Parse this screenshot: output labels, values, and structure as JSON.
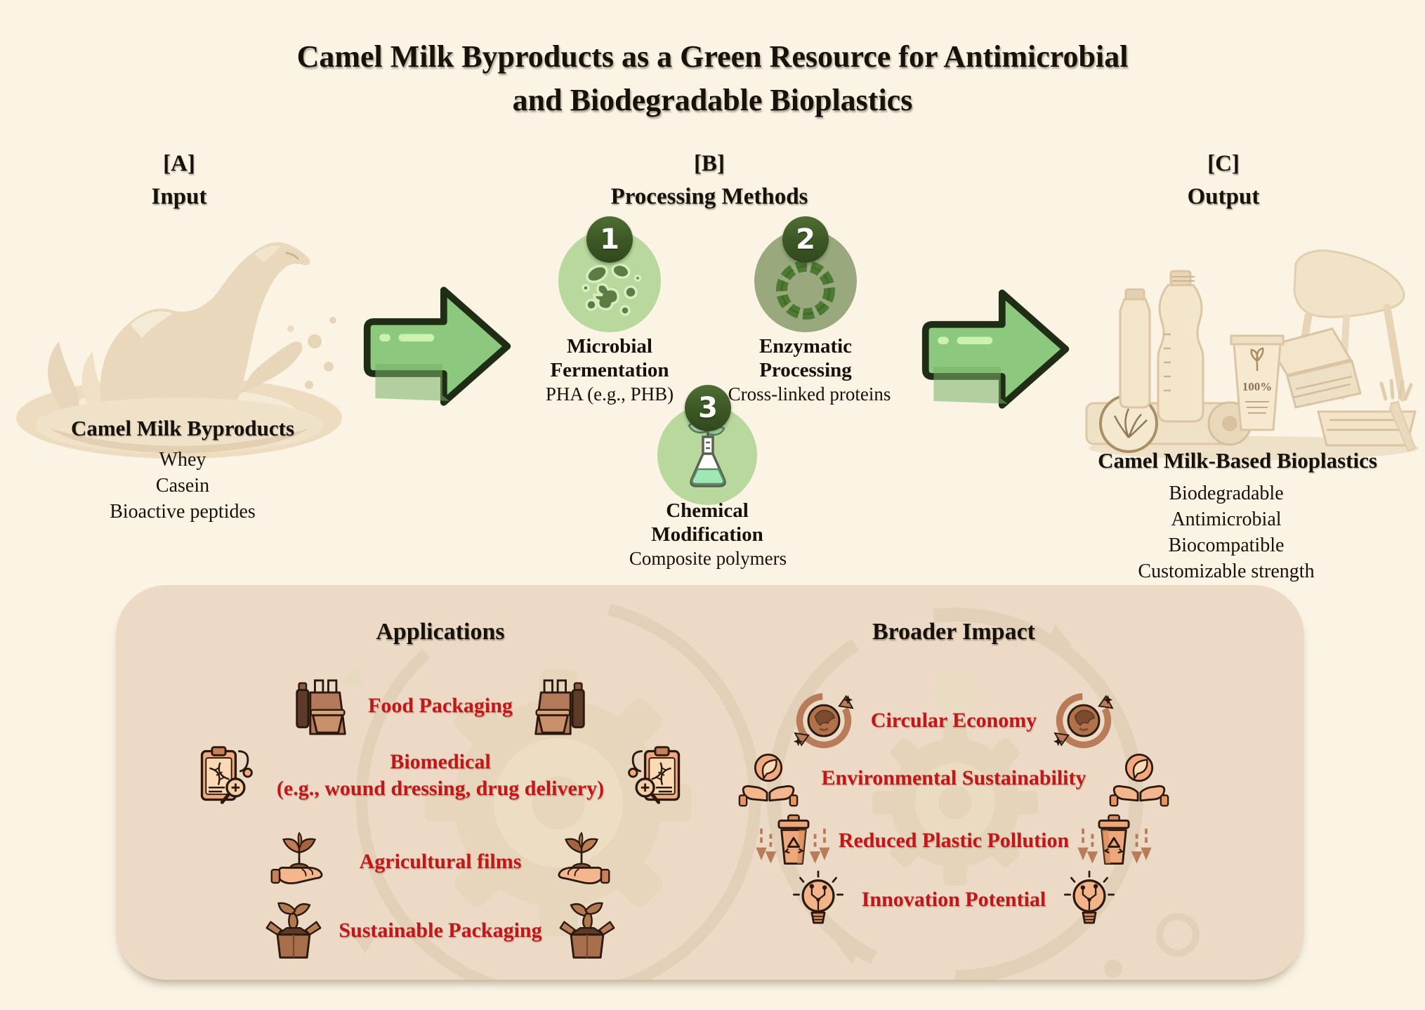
{
  "title": {
    "lines": [
      "Camel Milk Byproducts as a Green Resource for Antimicrobial",
      "and Biodegradable Bioplastics"
    ]
  },
  "input": {
    "tag": "[A]",
    "heading": "Input",
    "subtitle": "Camel Milk Byproducts",
    "items": [
      "Whey",
      "Casein",
      "Bioactive peptides"
    ],
    "illustration": "camel-milk-splash"
  },
  "processing": {
    "tag": "[B]",
    "heading": "Processing Methods",
    "methods": [
      {
        "number": "1",
        "name": "Microbial Fermentation",
        "detail": "PHA (e.g., PHB)",
        "icon": "bacteria-icon"
      },
      {
        "number": "2",
        "name": "Enzymatic Processing",
        "detail": "Cross-linked proteins",
        "icon": "protein-ring-icon"
      },
      {
        "number": "3",
        "name": "Chemical Modification",
        "detail": "Composite polymers",
        "icon": "flask-plant-icon"
      }
    ]
  },
  "output": {
    "tag": "[C]",
    "heading": "Output",
    "subtitle": "Camel Milk-Based Bioplastics",
    "items": [
      "Biodegradable",
      "Antimicrobial",
      "Biocompatible",
      "Customizable strength"
    ],
    "cup_label": "100%",
    "illustration": "bioplastic-products"
  },
  "applications": {
    "heading": "Applications",
    "items": [
      {
        "label": "Food Packaging",
        "icon": "food-packaging-bag-icon"
      },
      {
        "label": "Biomedical",
        "sublabel": "(e.g., wound dressing, drug delivery)",
        "icon": "medical-clipboard-icon"
      },
      {
        "label": "Agricultural films",
        "icon": "hand-plant-icon"
      },
      {
        "label": "Sustainable Packaging",
        "icon": "recycle-box-icon"
      }
    ]
  },
  "impact": {
    "heading": "Broader Impact",
    "items": [
      {
        "label": "Circular Economy",
        "icon": "globe-cycle-icon"
      },
      {
        "label": "Environmental Sustainability",
        "icon": "hands-leaf-icon"
      },
      {
        "label": "Reduced Plastic Pollution",
        "icon": "recycle-bin-icon"
      },
      {
        "label": "Innovation Potential",
        "icon": "lightbulb-circuit-icon"
      }
    ]
  },
  "colors": {
    "background": "#fbf4e5",
    "panel": "#ecdac6",
    "accent_red": "#c01818",
    "arrow_green": "#8cc87d",
    "badge_green": "#3c5724",
    "circle_light_green": "#b9d89d",
    "circle_sage": "#99a97d",
    "icon_brown": "#b97c58",
    "text_black": "#16110a"
  }
}
